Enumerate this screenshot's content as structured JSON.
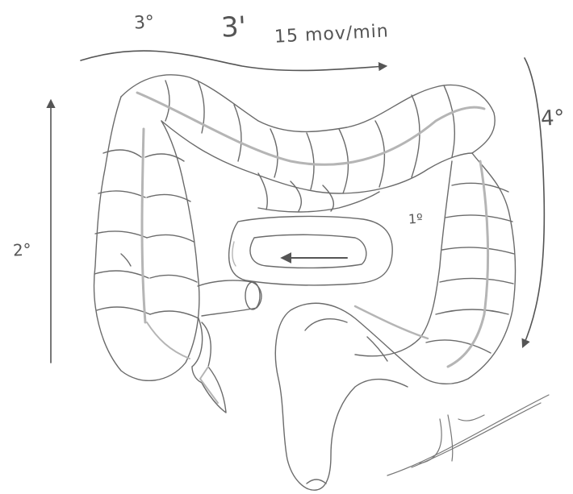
{
  "labels": {
    "step_3": "3°",
    "step_3_prime": "3'",
    "rate": "15 mov/min",
    "step_2": "2°",
    "step_4": "4°",
    "step_1": "1º"
  },
  "colors": {
    "pencil": "#6b6b6b",
    "shading": "#b5b5b5",
    "paper": "#ffffff"
  }
}
